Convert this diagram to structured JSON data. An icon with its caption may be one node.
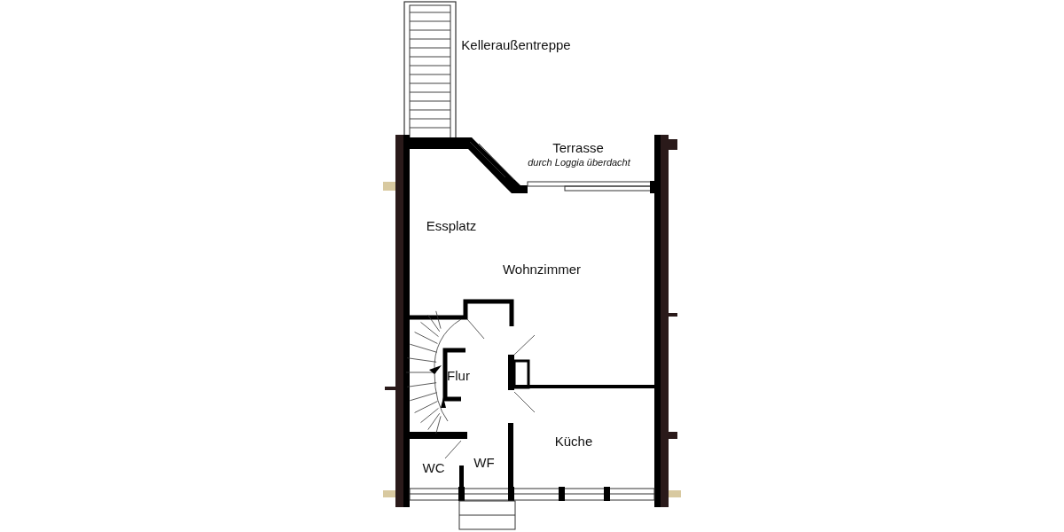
{
  "diagram": {
    "labels": [
      "Kelleraußentreppe",
      "Terrasse",
      "durch Loggia überdacht",
      "Essplatz",
      "Wohnzimmer",
      "Flur",
      "Küche",
      "WC",
      "WF"
    ]
  }
}
